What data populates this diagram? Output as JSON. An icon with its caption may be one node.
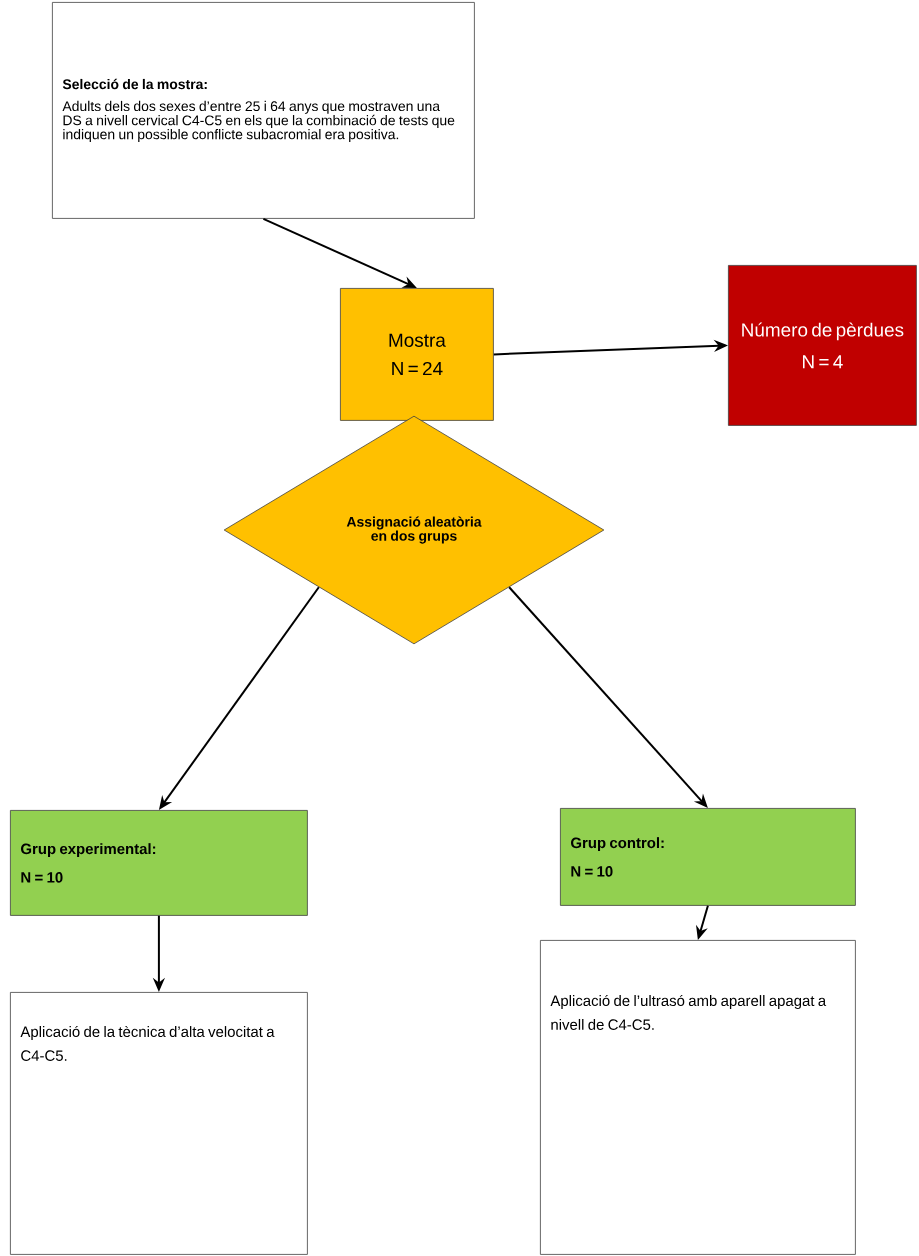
{
  "diagram": {
    "nodes": [
      {
        "text": [
          "Selecció de la mostra:",
          "Adults dels dos sexes d’entre 25 i 64 anys que mostraven una DS a nivell cervical C4-C5 en els que la combinació de tests que indiquen un possible conflicte subacromial era positiva."
        ]
      },
      {
        "text": [
          "Mostra",
          "N = 24"
        ]
      },
      {
        "text": [
          "Número de pèrdues",
          "N = 4"
        ]
      },
      {
        "text": [
          "Assignació aleatòria en dos grups"
        ]
      },
      {
        "text": [
          "Grup experimental:",
          "N = 10"
        ]
      },
      {
        "text": [
          "Grup control:",
          "N = 10"
        ]
      },
      {
        "text": [
          "Aplicació de la tècnica d’alta velocitat a C4-C5."
        ]
      },
      {
        "text": [
          "Aplicació de l’ultrasó amb aparell apagat a nivell de C4-C5."
        ]
      }
    ],
    "edges": [
      {
        "from": 0,
        "to": 1,
        "arrow": "to"
      },
      {
        "from": 1,
        "to": 2,
        "arrow": "to"
      },
      {
        "from": 3,
        "to": 4,
        "arrow": "to"
      },
      {
        "from": 3,
        "to": 5,
        "arrow": "to"
      },
      {
        "from": 4,
        "to": 6,
        "arrow": "to"
      },
      {
        "from": 5,
        "to": 7,
        "arrow": "to"
      }
    ]
  }
}
